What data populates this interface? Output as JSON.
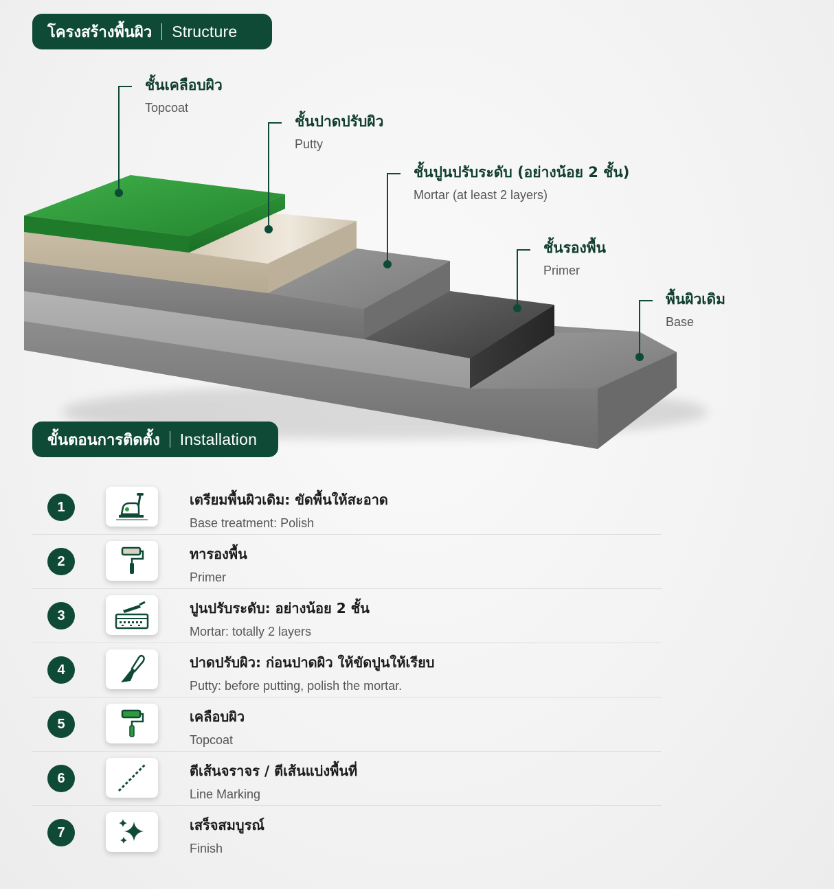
{
  "structure_section": {
    "title_th": "โครงสร้างพื้นผิว",
    "title_en": "Structure"
  },
  "layers": [
    {
      "th": "ชั้นเคลือบผิว",
      "en": "Topcoat",
      "color": "#2f9a3c"
    },
    {
      "th": "ชั้นปาดปรับผิว",
      "en": "Putty",
      "color": "#cfc3ae"
    },
    {
      "th": "ชั้นปูนปรับระดับ (อย่างน้อย 2 ชั้น)",
      "en": "Mortar (at least 2 layers)",
      "color": "#8a8a8a"
    },
    {
      "th": "ชั้นรองพื้น",
      "en": "Primer",
      "color": "#4a4a4a"
    },
    {
      "th": "พื้นผิวเดิม",
      "en": "Base",
      "color": "#8c8c8c"
    }
  ],
  "install_section": {
    "title_th": "ขั้นตอนการติดตั้ง",
    "title_en": "Installation"
  },
  "steps": [
    {
      "num": "1",
      "th": "เตรียมพื้นผิวเดิม: ขัดพื้นให้สะอาด",
      "en": "Base treatment: Polish",
      "icon": "floor-grinder-icon"
    },
    {
      "num": "2",
      "th": "ทารองพื้น",
      "en": "Primer",
      "icon": "paint-roller-icon"
    },
    {
      "num": "3",
      "th": "ปูนปรับระดับ: อย่างน้อย 2 ชั้น",
      "en": "Mortar: totally 2 layers",
      "icon": "trowel-mortar-icon"
    },
    {
      "num": "4",
      "th": "ปาดปรับผิว: ก่อนปาดผิว ให้ขัดปูนให้เรียบ",
      "en": "Putty: before putting, polish the mortar.",
      "icon": "putty-knife-icon"
    },
    {
      "num": "5",
      "th": "เคลือบผิว",
      "en": "Topcoat",
      "icon": "green-roller-icon"
    },
    {
      "num": "6",
      "th": "ตีเส้นจราจร / ตีเส้นแบ่งพื้นที่",
      "en": "Line Marking",
      "icon": "dashed-line-icon"
    },
    {
      "num": "7",
      "th": "เสร็จสมบูรณ์",
      "en": "Finish",
      "icon": "sparkle-icon"
    }
  ],
  "colors": {
    "brand": "#0f4a37",
    "accent_green": "#2f9a3c"
  }
}
